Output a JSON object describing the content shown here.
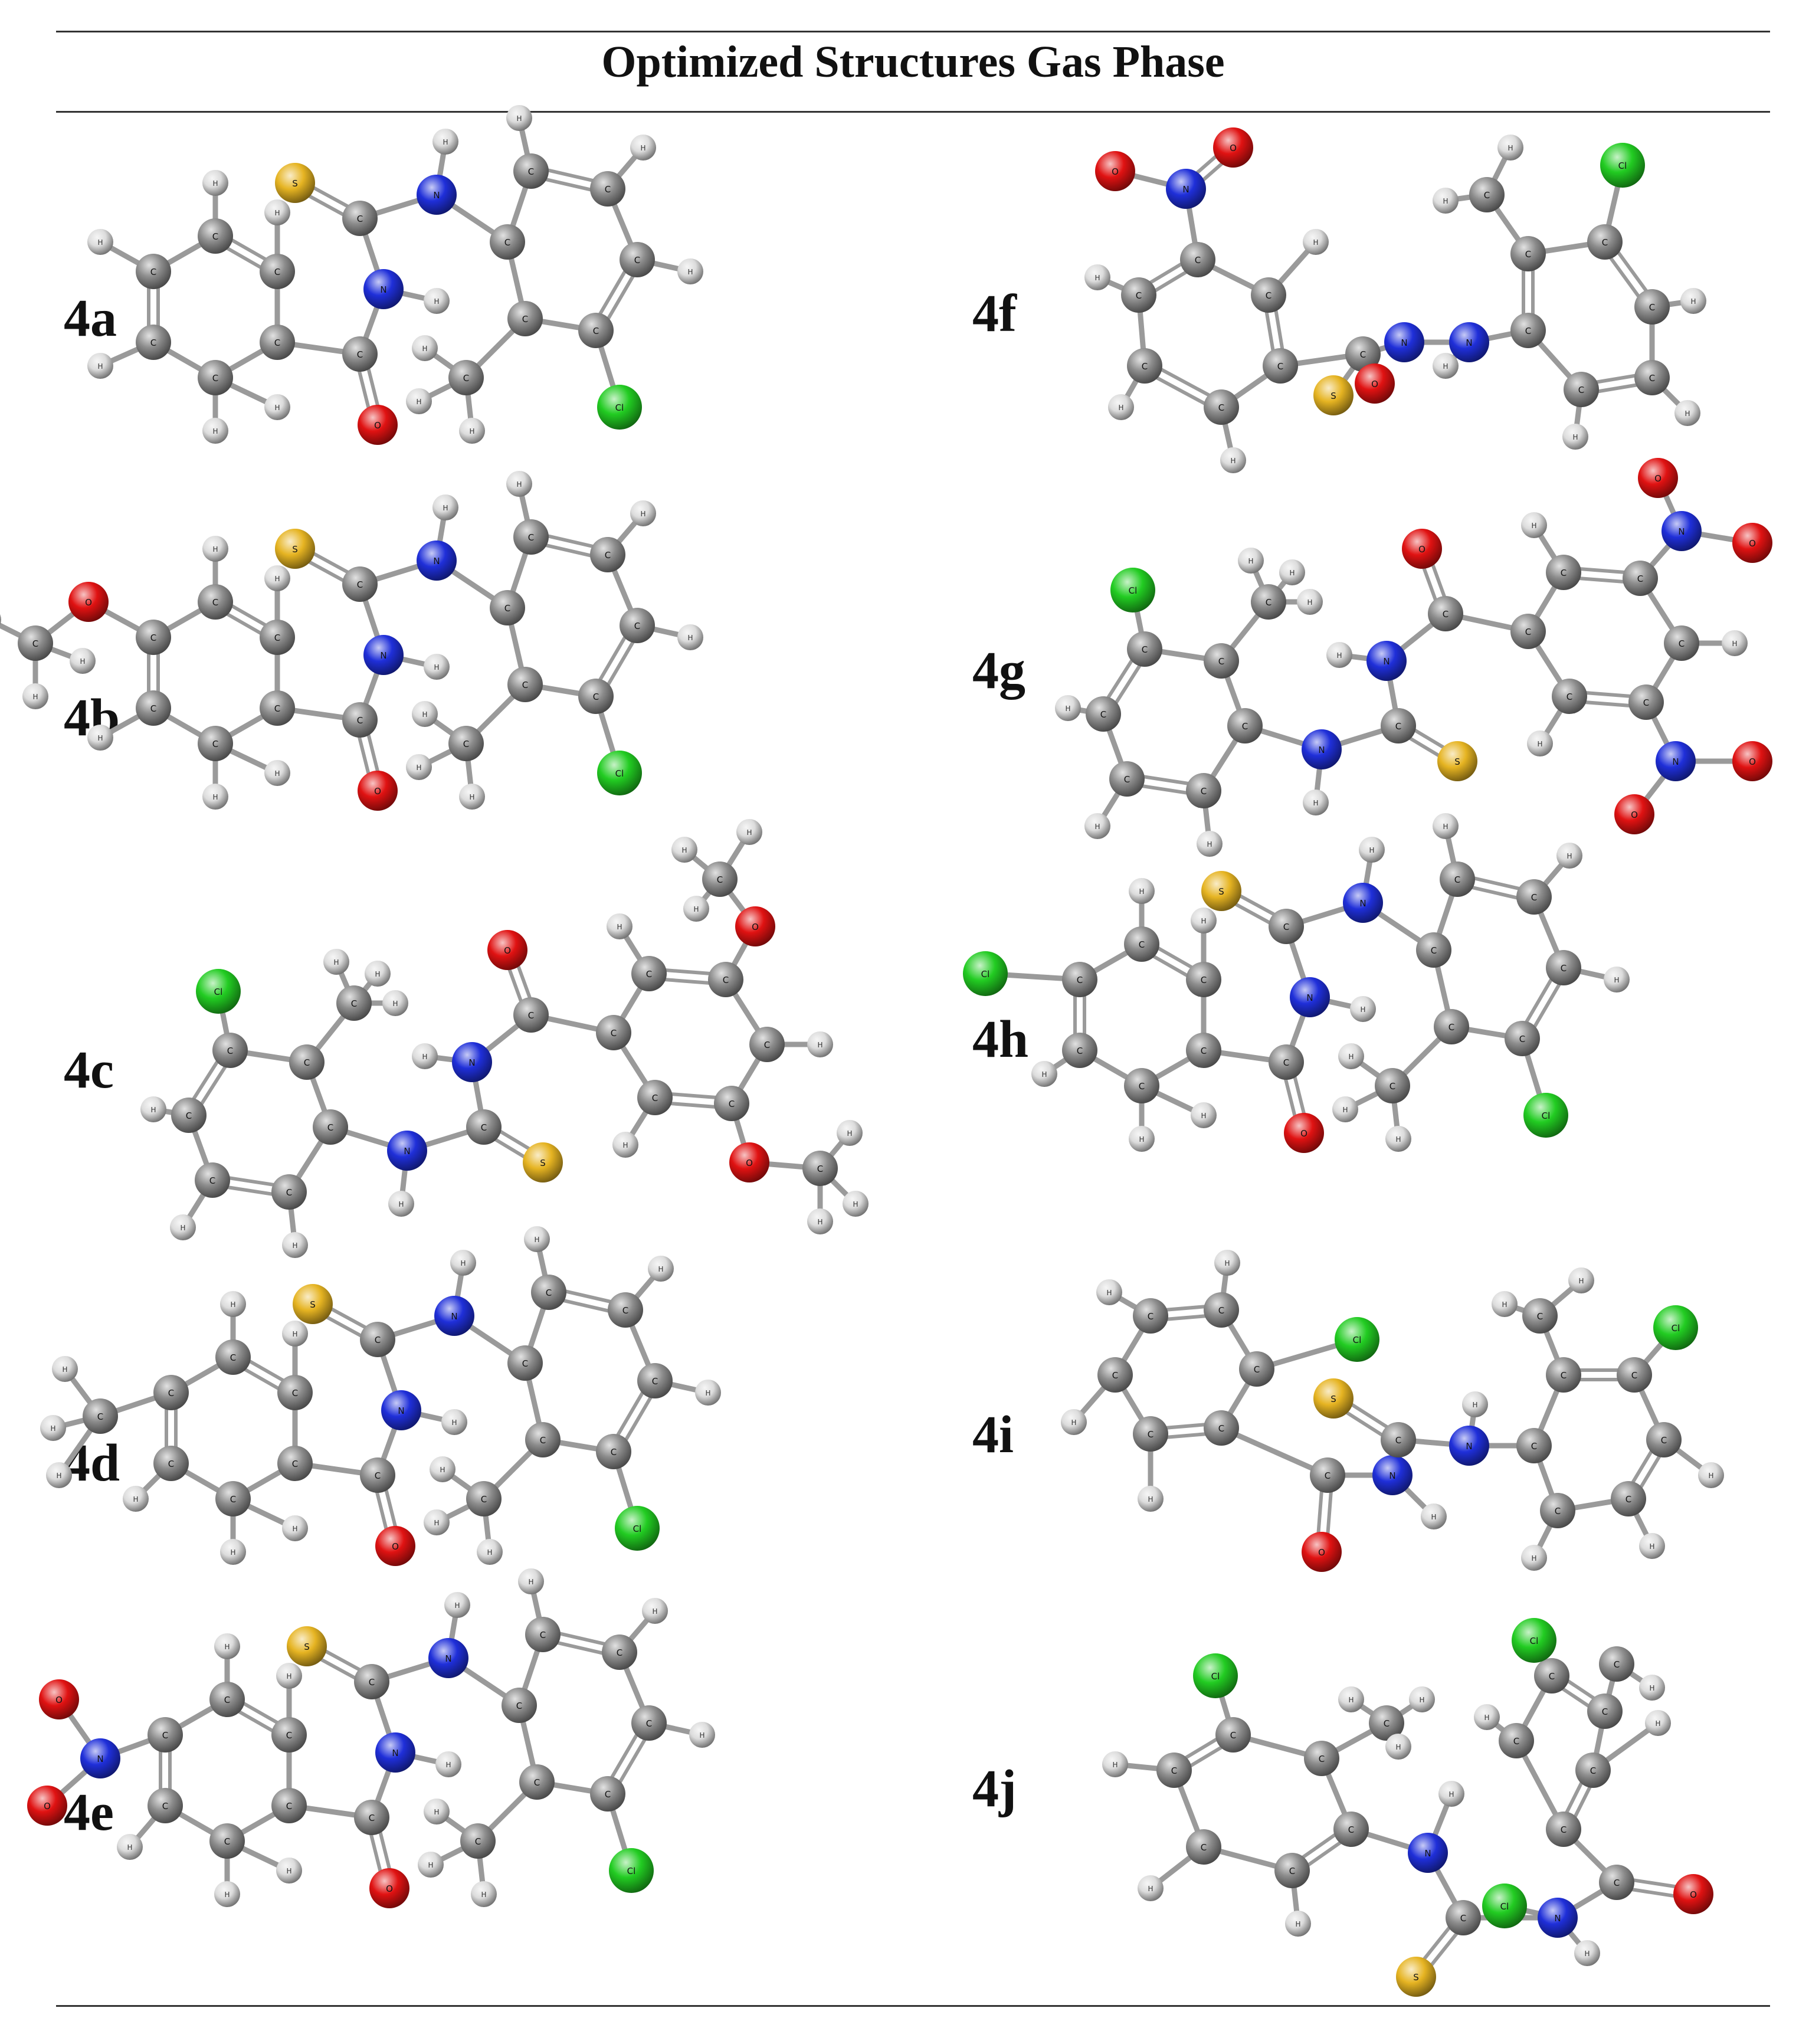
{
  "title": "Optimized Structures Gas Phase",
  "labels": [
    "4a",
    "4b",
    "4c",
    "4d",
    "4e",
    "4f",
    "4g",
    "4h",
    "4i",
    "4j"
  ],
  "atom_colors": {
    "C": "#8c8c8c",
    "H": "#dcdcdc",
    "N": "#1f2fd9",
    "O": "#e01212",
    "S": "#e6b422",
    "Cl": "#22cc22"
  }
}
